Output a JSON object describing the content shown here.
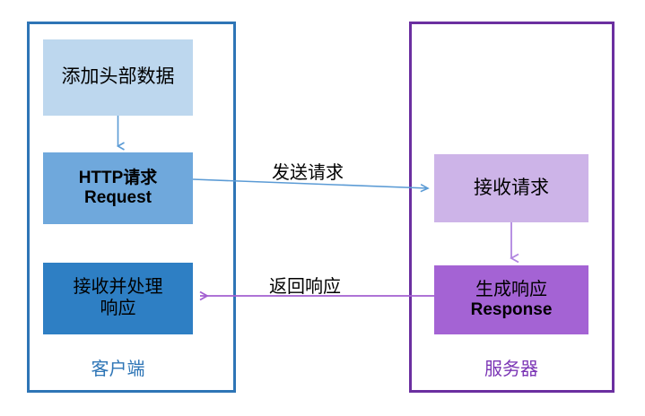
{
  "diagram": {
    "title_visible": false,
    "colors": {
      "client_border": "#2e75b6",
      "server_border": "#6b2fa0",
      "box_add_header": "#bdd7ee",
      "box_http_request": "#6fa8dc",
      "box_receive_process": "#2e7fc4",
      "box_receive_request": "#cdb4e8",
      "box_generate_response": "#a463d4",
      "arrow_blue": "#5b9bd5",
      "arrow_purple": "#a35fd1",
      "client_label_text": "#2e75b6",
      "server_label_text": "#7b35b5"
    }
  },
  "client": {
    "label": "客户端",
    "boxes": [
      {
        "id": "add-header",
        "lines": [
          "添加头部数据"
        ]
      },
      {
        "id": "http-request",
        "lines": [
          "HTTP请求",
          "Request"
        ]
      },
      {
        "id": "receive-process",
        "lines": [
          "接收并处理",
          "响应"
        ]
      }
    ]
  },
  "server": {
    "label": "服务器",
    "boxes": [
      {
        "id": "receive-request",
        "lines": [
          "接收请求"
        ]
      },
      {
        "id": "generate-response",
        "lines": [
          "生成响应",
          "Response"
        ]
      }
    ]
  },
  "edges": [
    {
      "id": "client-internal-down",
      "label": "",
      "direction": "down",
      "color": "#5b9bd5"
    },
    {
      "id": "send-request",
      "label": "发送请求",
      "direction": "right",
      "color": "#5b9bd5"
    },
    {
      "id": "server-internal-down",
      "label": "",
      "direction": "down",
      "color": "#b085e0"
    },
    {
      "id": "return-response",
      "label": "返回响应",
      "direction": "left",
      "color": "#a35fd1"
    }
  ]
}
